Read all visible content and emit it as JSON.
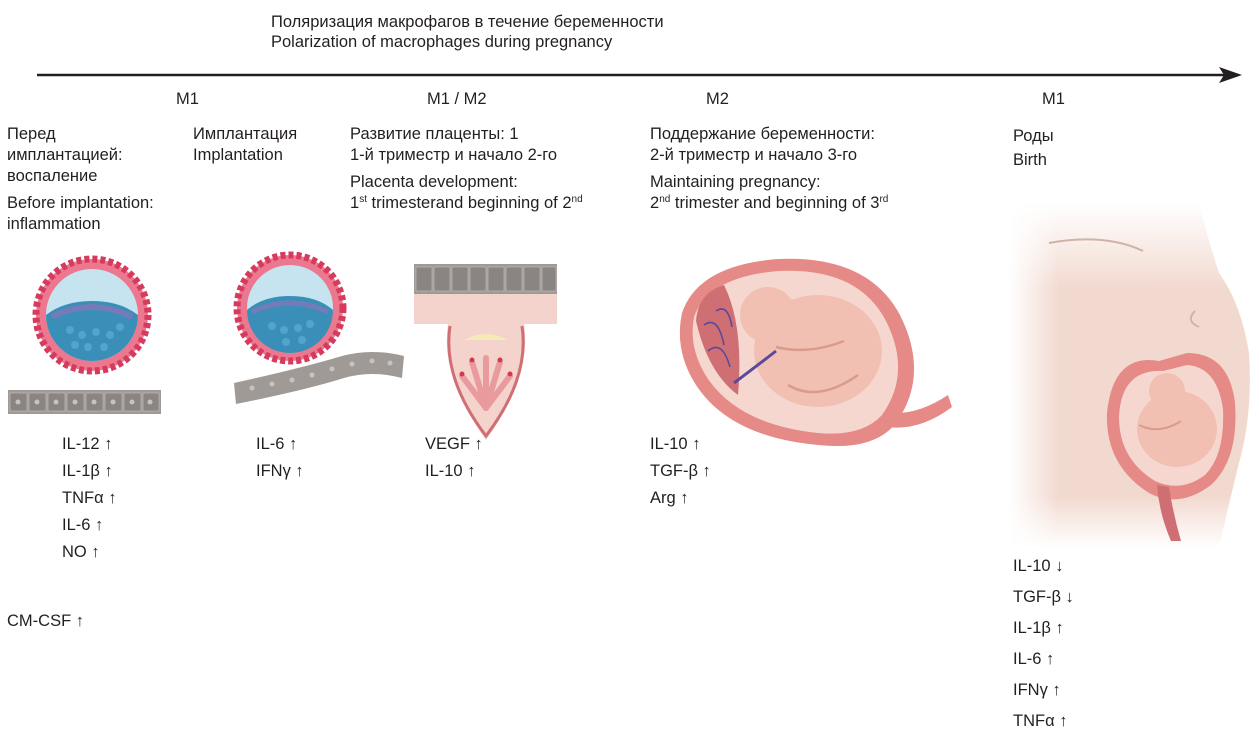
{
  "title": {
    "ru": "Поляризация макрофагов в течение беременности",
    "en": "Polarization of macrophages during pregnancy"
  },
  "stages": [
    {
      "label": "M1",
      "ru": [
        "Перед",
        "имплантацией:",
        "воспаление"
      ],
      "en": [
        "Before implantation:",
        "inflammation"
      ],
      "cytokines": [
        "IL-12 ↑",
        "IL-1β ↑",
        "TNFα ↑",
        "IL-6 ↑",
        "NO ↑"
      ],
      "extra": "CM-CSF ↑"
    },
    {
      "ru": [
        "Имплантация"
      ],
      "en": [
        "Implantation"
      ],
      "cytokines": [
        "IL-6 ↑",
        "IFNγ ↑"
      ]
    },
    {
      "label": "M1 / M2",
      "ru": [
        "Развитие плаценты: 1",
        "1-й триместр и начало 2-го"
      ],
      "en": [
        "Placenta development:"
      ],
      "en2": {
        "a": "1",
        "a_sup": "st",
        "b": " trimesterand beginning of 2",
        "b_sup": "nd"
      },
      "cytokines": [
        "VEGF ↑",
        "IL-10 ↑"
      ]
    },
    {
      "label": "M2",
      "ru": [
        "Поддержание беременности:",
        "2-й триместр и начало 3-го"
      ],
      "en": [
        "Maintaining pregnancy:"
      ],
      "en2": {
        "a": "2",
        "a_sup": "nd",
        "b": " trimester and beginning of 3",
        "b_sup": "rd"
      },
      "cytokines": [
        "IL-10 ↑",
        "TGF-β ↑",
        "Arg ↑"
      ]
    },
    {
      "label": "M1",
      "ru": [
        "Роды"
      ],
      "en": [
        "Birth"
      ],
      "cytokines": [
        "IL-10 ↓",
        "TGF-β ↓",
        "IL-1β ↑",
        "IL-6 ↑",
        "IFNγ ↑",
        "TNFα ↑"
      ]
    }
  ],
  "colors": {
    "arrow": "#231f20",
    "endometrium": "#a09a97",
    "trophoblast": "#e0506c",
    "blastocoel": "#c5e4f0",
    "inner_mass": "#3a8fb8",
    "uterus": "#e58a86",
    "fetus": "#f1c0b3",
    "skin": "#f2d9cf"
  },
  "icons": [
    "timeline-arrow",
    "blastocyst-icon",
    "implantation-icon",
    "placenta-icon",
    "fetus-in-uterus-icon",
    "pregnant-body-icon"
  ]
}
